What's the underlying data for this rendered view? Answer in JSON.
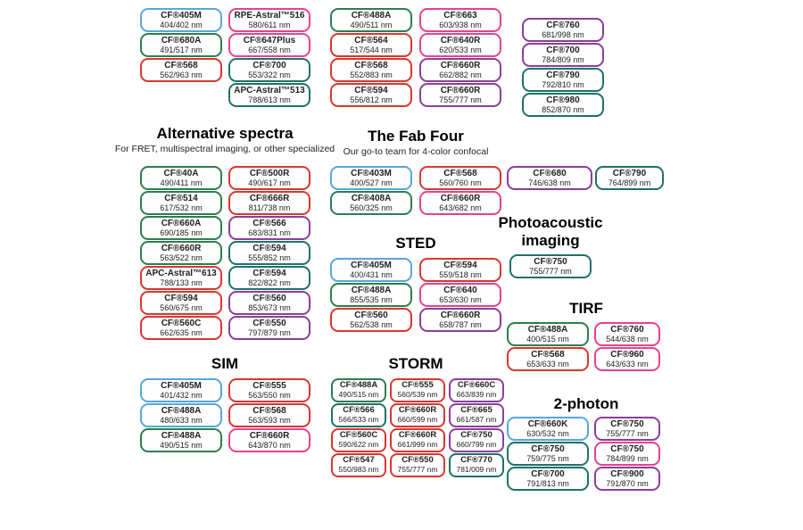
{
  "palette": {
    "blue": "#55a8da",
    "green": "#2e7d4f",
    "teal": "#20706a",
    "red": "#d8372f",
    "pink": "#e8418f",
    "purple": "#8a3f98"
  },
  "top_groups": {
    "col1": [
      {
        "name": "CF®405M",
        "ex_em": "404/402 nm",
        "color": "blue"
      },
      {
        "name": "CF®680A",
        "ex_em": "491/517 nm",
        "color": "green"
      },
      {
        "name": "CF®568",
        "ex_em": "562/963 nm",
        "color": "red"
      }
    ],
    "col2": [
      {
        "name": "RPE-Astral™516",
        "ex_em": "580/611 nm",
        "color": "pink"
      },
      {
        "name": "CF®647Plus",
        "ex_em": "667/558 nm",
        "color": "pink"
      },
      {
        "name": "CF®700",
        "ex_em": "553/322 nm",
        "color": "teal"
      },
      {
        "name": "APC-Astral™513",
        "ex_em": "788/613 nm",
        "color": "teal"
      }
    ],
    "col3": [
      {
        "name": "CF®488A",
        "ex_em": "490/511 nm",
        "color": "green"
      },
      {
        "name": "CF®564",
        "ex_em": "517/544 nm",
        "color": "red"
      },
      {
        "name": "CF®568",
        "ex_em": "552/883 nm",
        "color": "red"
      },
      {
        "name": "CF®594",
        "ex_em": "556/812 nm",
        "color": "red"
      }
    ],
    "col4": [
      {
        "name": "CF®663",
        "ex_em": "603/938 nm",
        "color": "pink"
      },
      {
        "name": "CF®640R",
        "ex_em": "620/533 nm",
        "color": "pink"
      },
      {
        "name": "CF®660R",
        "ex_em": "662/882 nm",
        "color": "purple"
      },
      {
        "name": "CF®660R",
        "ex_em": "755/777 nm",
        "color": "purple"
      }
    ],
    "col5": [
      {
        "name": "CF®760",
        "ex_em": "681/998 nm",
        "color": "purple"
      },
      {
        "name": "CF®700",
        "ex_em": "784/809 nm",
        "color": "purple"
      },
      {
        "name": "CF®790",
        "ex_em": "792/810 nm",
        "color": "teal"
      },
      {
        "name": "CF®980",
        "ex_em": "852/870 nm",
        "color": "teal"
      }
    ]
  },
  "sections": {
    "alternative_spectra": {
      "title": "Alternative spectra",
      "subtitle": "For FRET, multispectral imaging, or other specialized",
      "badges": [
        {
          "name": "CF®40A",
          "ex_em": "490/411 nm",
          "color": "green"
        },
        {
          "name": "CF®500R",
          "ex_em": "490/617 nm",
          "color": "red"
        },
        {
          "name": "CF®514",
          "ex_em": "617/532 nm",
          "color": "green"
        },
        {
          "name": "CF®666R",
          "ex_em": "811/738 nm",
          "color": "red"
        },
        {
          "name": "CF®660A",
          "ex_em": "690/185 nm",
          "color": "green"
        },
        {
          "name": "CF®566",
          "ex_em": "683/831 nm",
          "color": "purple"
        },
        {
          "name": "CF®660R",
          "ex_em": "563/522 nm",
          "color": "green"
        },
        {
          "name": "CF®594",
          "ex_em": "555/852 nm",
          "color": "teal"
        },
        {
          "name": "APC-Astral™613",
          "ex_em": "788/133 nm",
          "color": "red"
        },
        {
          "name": "CF®594",
          "ex_em": "822/822 nm",
          "color": "teal"
        },
        {
          "name": "CF®594",
          "ex_em": "560/675 nm",
          "color": "red"
        },
        {
          "name": "CF®560",
          "ex_em": "853/673 nm",
          "color": "purple"
        },
        {
          "name": "CF®560C",
          "ex_em": "662/635 nm",
          "color": "red"
        },
        {
          "name": "CF®550",
          "ex_em": "797/879 nm",
          "color": "purple"
        }
      ]
    },
    "fab_four": {
      "title": "The Fab Four",
      "subtitle": "Our go-to team for 4-color confocal",
      "badges": [
        {
          "name": "CF®403M",
          "ex_em": "400/527 nm",
          "color": "blue"
        },
        {
          "name": "CF®568",
          "ex_em": "560/760 nm",
          "color": "red"
        },
        {
          "name": "CF®408A",
          "ex_em": "560/325 nm",
          "color": "green"
        },
        {
          "name": "CF®660R",
          "ex_em": "643/682 nm",
          "color": "pink"
        }
      ]
    },
    "sted": {
      "title": "STED",
      "badges": [
        {
          "name": "CF®405M",
          "ex_em": "400/431 nm",
          "color": "blue"
        },
        {
          "name": "CF®594",
          "ex_em": "559/518 nm",
          "color": "red"
        },
        {
          "name": "CF®488A",
          "ex_em": "855/535 nm",
          "color": "green"
        },
        {
          "name": "CF®640",
          "ex_em": "653/630 nm",
          "color": "pink"
        },
        {
          "name": "CF®560",
          "ex_em": "562/538 nm",
          "color": "red"
        },
        {
          "name": "CF®660R",
          "ex_em": "658/787 nm",
          "color": "purple"
        }
      ]
    },
    "sim": {
      "title": "SIM",
      "badges": [
        {
          "name": "CF®405M",
          "ex_em": "401/432 nm",
          "color": "blue"
        },
        {
          "name": "CF®555",
          "ex_em": "563/550 nm",
          "color": "red"
        },
        {
          "name": "CF®488A",
          "ex_em": "480/633 nm",
          "color": "blue"
        },
        {
          "name": "CF®568",
          "ex_em": "563/593 nm",
          "color": "red"
        },
        {
          "name": "CF®488A",
          "ex_em": "490/515 nm",
          "color": "green"
        },
        {
          "name": "CF®660R",
          "ex_em": "643/870 nm",
          "color": "pink"
        }
      ]
    },
    "storm": {
      "title": "STORM",
      "badges": [
        {
          "name": "CF®488A",
          "ex_em": "490/515 nm",
          "color": "green"
        },
        {
          "name": "CF®555",
          "ex_em": "560/539 nm",
          "color": "red"
        },
        {
          "name": "CF®660C",
          "ex_em": "663/839 nm",
          "color": "purple"
        },
        {
          "name": "CF®566",
          "ex_em": "566/533 nm",
          "color": "teal"
        },
        {
          "name": "CF®660R",
          "ex_em": "660/599 nm",
          "color": "red"
        },
        {
          "name": "CF®665",
          "ex_em": "661/587 nm",
          "color": "purple"
        },
        {
          "name": "CF®560C",
          "ex_em": "590/622 nm",
          "color": "red"
        },
        {
          "name": "CF®660R",
          "ex_em": "661/999 nm",
          "color": "red"
        },
        {
          "name": "CF®750",
          "ex_em": "660/799 nm",
          "color": "purple"
        },
        {
          "name": "CF®547",
          "ex_em": "550/983 nm",
          "color": "red"
        },
        {
          "name": "CF®550",
          "ex_em": "755/777 nm",
          "color": "red"
        },
        {
          "name": "CF®770",
          "ex_em": "781/009 nm",
          "color": "teal"
        }
      ]
    },
    "right_pair": {
      "badges": [
        {
          "name": "CF®680",
          "ex_em": "746/638 nm",
          "color": "purple"
        },
        {
          "name": "CF®790",
          "ex_em": "764/899 nm",
          "color": "teal"
        }
      ]
    },
    "photoacoustic": {
      "title": "Photoacoustic imaging",
      "badges": [
        {
          "name": "CF®750",
          "ex_em": "755/777 nm",
          "color": "teal"
        }
      ]
    },
    "tirf": {
      "title": "TIRF",
      "badges": [
        {
          "name": "CF®488A",
          "ex_em": "400/515 nm",
          "color": "green"
        },
        {
          "name": "CF®760",
          "ex_em": "544/638 nm",
          "color": "pink"
        },
        {
          "name": "CF®568",
          "ex_em": "653/633 nm",
          "color": "red"
        },
        {
          "name": "CF®960",
          "ex_em": "643/633 nm",
          "color": "pink"
        }
      ]
    },
    "two_photon": {
      "title": "2-photon",
      "badges": [
        {
          "name": "CF®660K",
          "ex_em": "630/532 nm",
          "color": "blue"
        },
        {
          "name": "CF®750",
          "ex_em": "755/777 nm",
          "color": "purple"
        },
        {
          "name": "CF®750",
          "ex_em": "759/775 nm",
          "color": "teal"
        },
        {
          "name": "CF®750",
          "ex_em": "784/899 nm",
          "color": "pink"
        },
        {
          "name": "CF®700",
          "ex_em": "791/813 nm",
          "color": "teal"
        },
        {
          "name": "CF®900",
          "ex_em": "791/870 nm",
          "color": "purple"
        }
      ]
    }
  }
}
